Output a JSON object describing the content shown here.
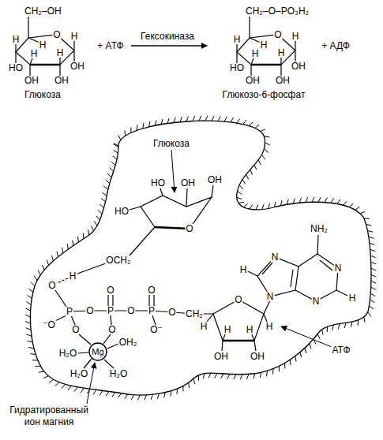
{
  "diagram": {
    "nodes": [
      {
        "text": [
          "Mg"
        ]
      }
    ],
    "labels": [
      "CH₂–OH",
      "O",
      "H",
      "H",
      "OH",
      "H",
      "OH",
      "H",
      "OH",
      "HO",
      "H",
      "+ АТФ",
      "Гексокиназа",
      "CH₂–O–PO₃H₂",
      "O",
      "H",
      "H",
      "OH",
      "H",
      "OH",
      "H",
      "OH",
      "HO",
      "H",
      "+ АДФ",
      "Глюкоза",
      "Глюкозо-6-фосфат",
      "Глюкоза",
      "HO",
      "OH",
      "OH",
      "HO",
      "O",
      "OCH₂",
      "O",
      "H",
      "P",
      "O",
      "P",
      "O",
      "P",
      "O",
      "CH₂",
      "O",
      "O",
      "⁻O",
      "O",
      "O",
      "O⁻",
      "OH₂",
      "H₂O",
      "H₂O",
      "H₂O",
      "O",
      "H",
      "H",
      "H",
      "H",
      "OH",
      "OH",
      "N",
      "N",
      "N",
      "N",
      "NH₂",
      "H",
      "H",
      "АТФ",
      "Гидратированный ион магния"
    ]
  }
}
